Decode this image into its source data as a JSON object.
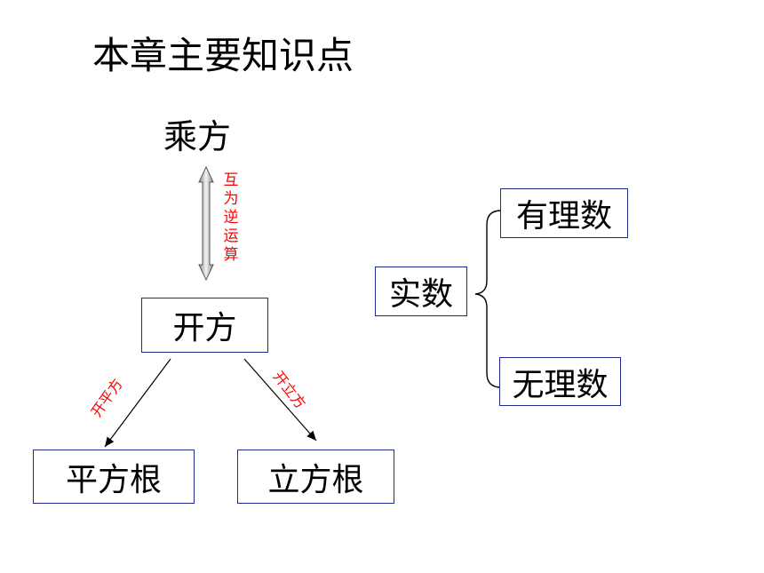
{
  "title": "本章主要知识点",
  "left": {
    "top_node": "乘方",
    "inverse_label": "互为逆运算",
    "middle_node": "开方",
    "left_edge_label": "开平方",
    "right_edge_label": "开立方",
    "bottom_left_node": "平方根",
    "bottom_right_node": "立方根"
  },
  "right": {
    "root_node": "实数",
    "children": [
      "有理数",
      "无理数"
    ]
  },
  "colors": {
    "box_border": "#1f2a8c",
    "annotation": "#ff0000",
    "arrow_fill": "#d0d0d0"
  }
}
